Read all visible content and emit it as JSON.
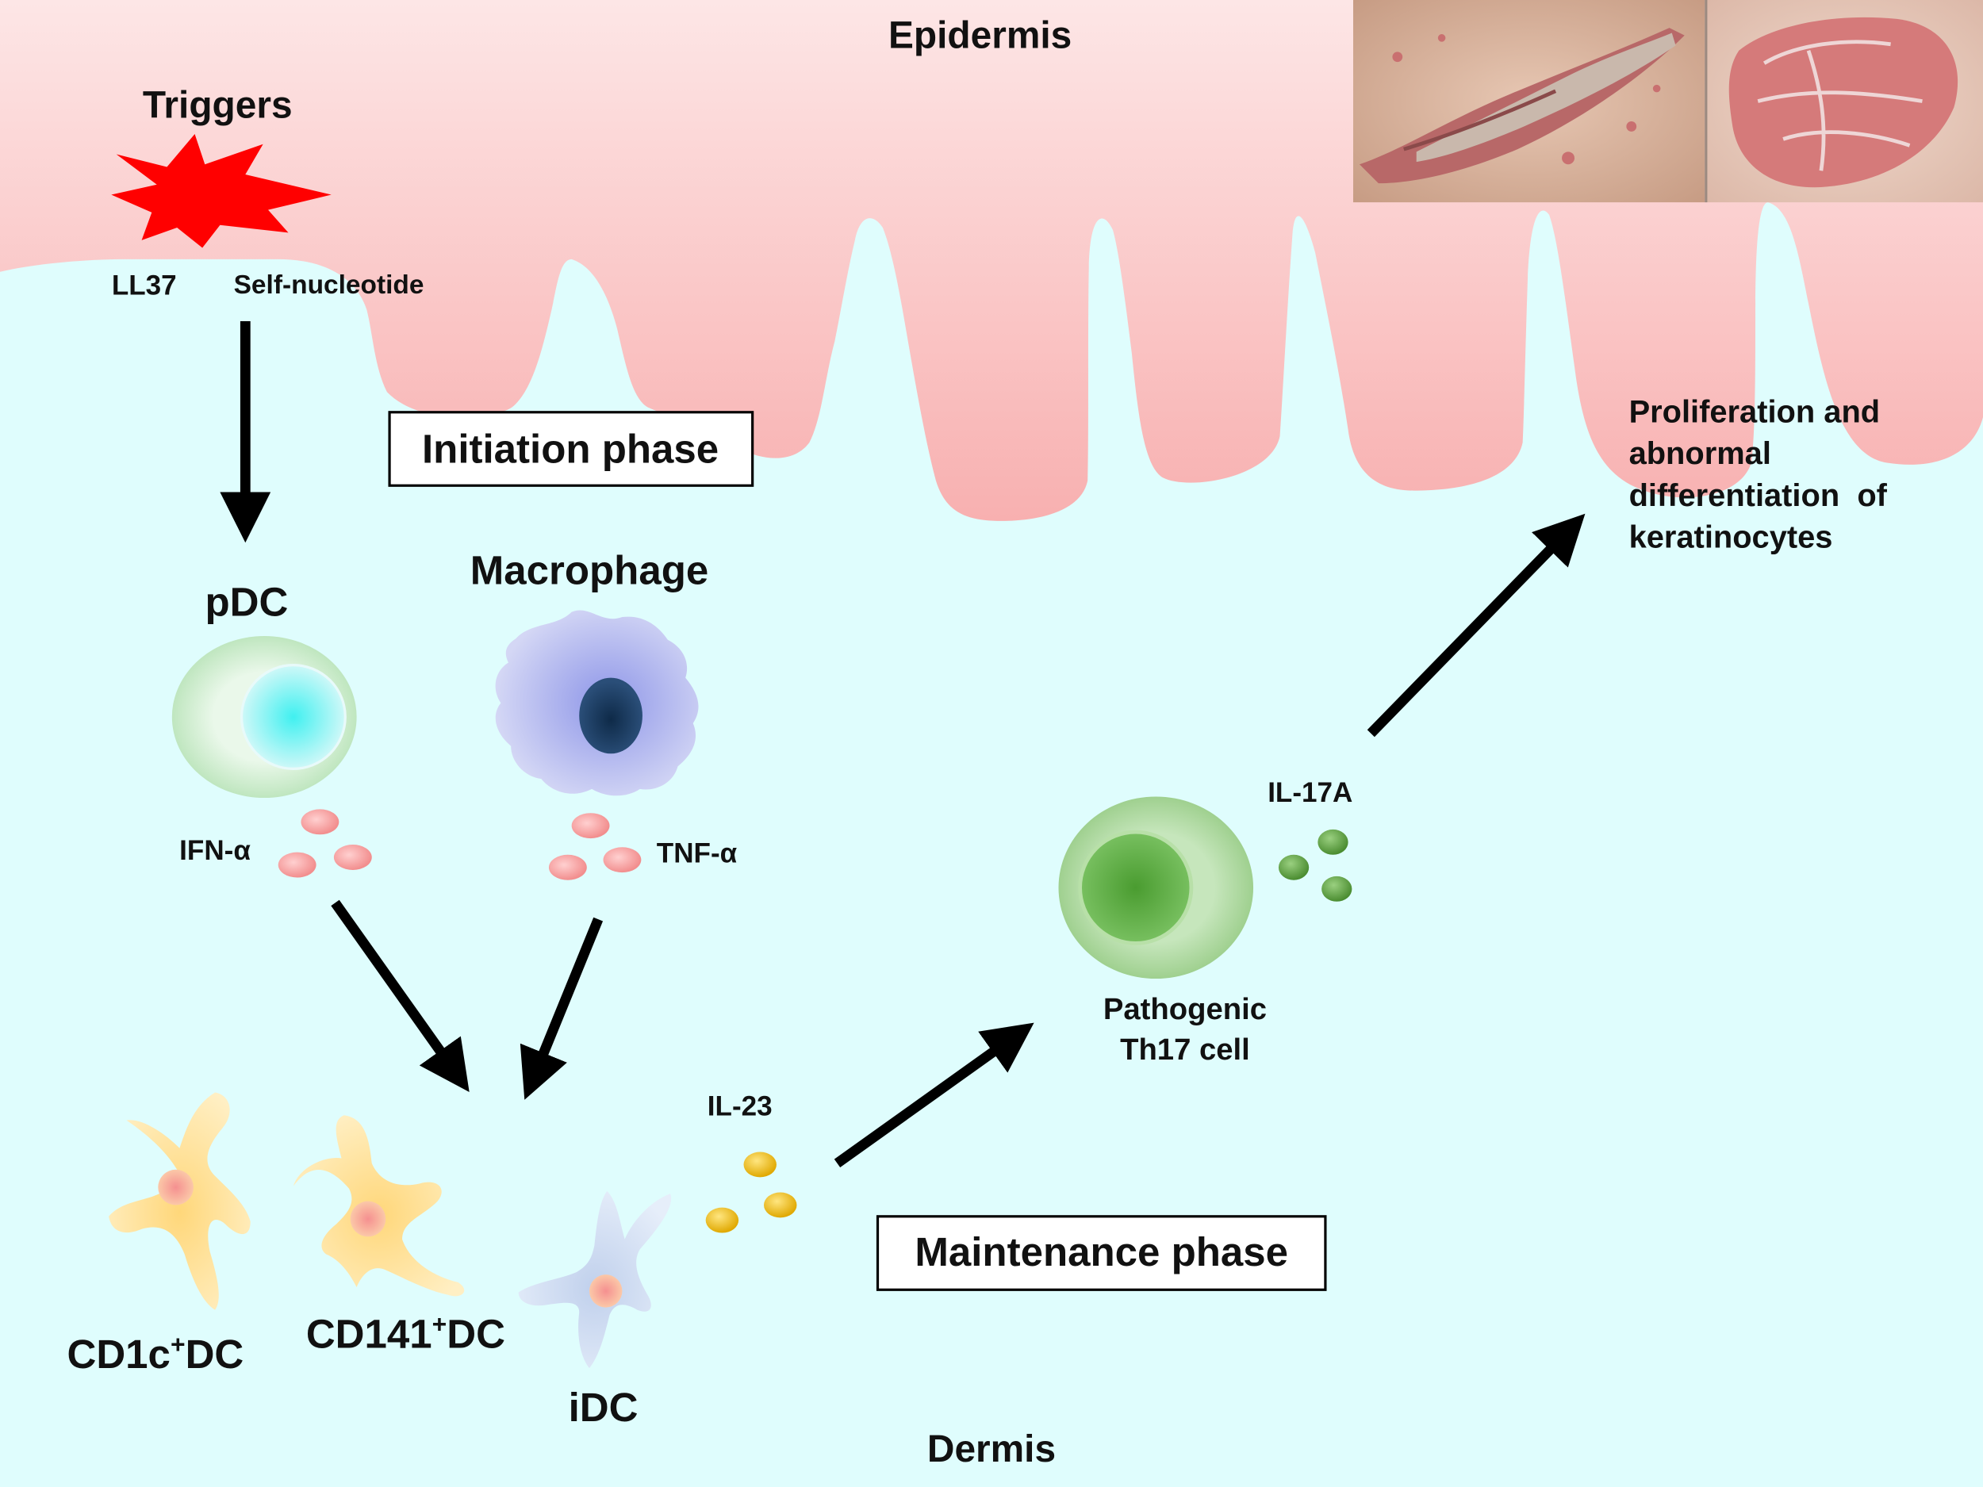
{
  "labels": {
    "epidermis": "Epidermis",
    "dermis": "Dermis",
    "triggers": "Triggers",
    "ll37": "LL37",
    "self_nucleotide": "Self-nucleotide",
    "initiation_phase": "Initiation phase",
    "maintenance_phase": "Maintenance phase",
    "pdc": "pDC",
    "macrophage": "Macrophage",
    "ifn_alpha": "IFN-α",
    "tnf_alpha": "TNF-α",
    "cd1c_dc_main": "CD1c",
    "cd1c_dc_sup": "+",
    "cd1c_dc_tail": "DC",
    "cd141_dc_main": "CD141",
    "cd141_dc_sup": "+",
    "cd141_dc_tail": "DC",
    "idc": "iDC",
    "il23": "IL-23",
    "il17a": "IL-17A",
    "th17_line1": "Pathogenic",
    "th17_line2": "Th17 cell",
    "outcome_line1": "Proliferation and",
    "outcome_line2": "abnormal",
    "outcome_line3": "differentiation  of",
    "outcome_line4": "keratinocytes"
  },
  "colors": {
    "dermis_bg": "#dffdfd",
    "epidermis_top": "#fde6e6",
    "epidermis_bottom": "#f8b0b0",
    "trigger": "#ff0000",
    "ifn_tnf_granules": "#f6a0a0",
    "il23_granules": "#f0c000",
    "il17a_granules": "#5fa040",
    "pdc_nucleus": "#40f0f0",
    "macrophage_body": "#a8b0ee",
    "macrophage_nucleus": "#16365a",
    "th17_cell": "#5fb040",
    "dendritic_cells": "#ffdd88",
    "idc": "#c8d8ee",
    "arrows": "#000000"
  },
  "icons": {
    "trigger": "starburst-icon",
    "photo": "psoriasis-plaque-photo"
  }
}
